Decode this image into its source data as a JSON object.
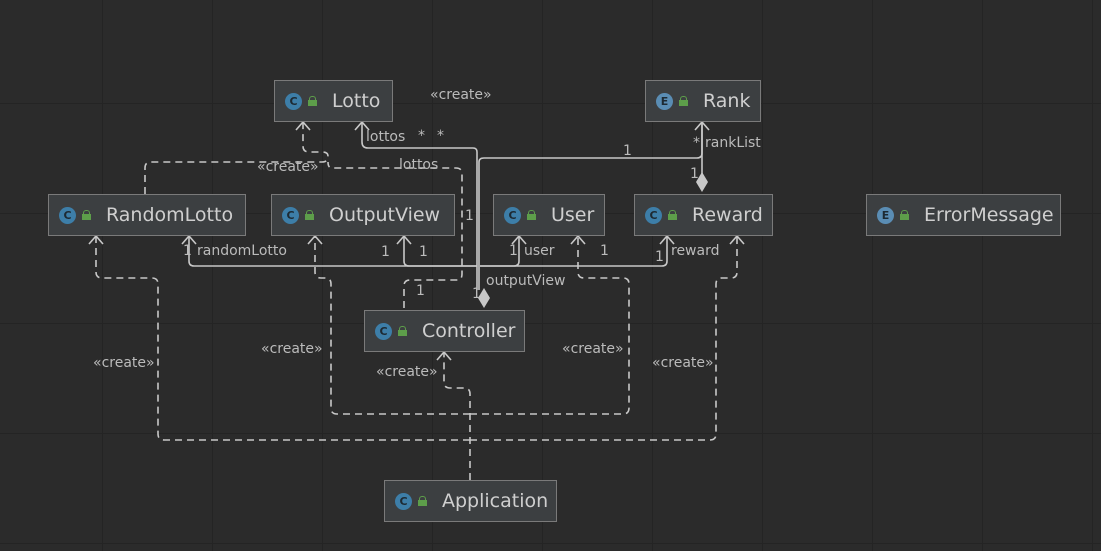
{
  "nodes": {
    "lotto": {
      "name": "Lotto",
      "kind": "C"
    },
    "rank": {
      "name": "Rank",
      "kind": "E"
    },
    "random_lotto": {
      "name": "RandomLotto",
      "kind": "C"
    },
    "output_view": {
      "name": "OutputView",
      "kind": "C"
    },
    "user": {
      "name": "User",
      "kind": "C"
    },
    "reward": {
      "name": "Reward",
      "kind": "C"
    },
    "error_message": {
      "name": "ErrorMessage",
      "kind": "E"
    },
    "controller": {
      "name": "Controller",
      "kind": "C"
    },
    "application": {
      "name": "Application",
      "kind": "C"
    }
  },
  "labels": {
    "create_top": "«create»",
    "lottos_1": "lottos",
    "star_1": "*",
    "star_2": "*",
    "one_reward_rank": "1",
    "star_rank": "*",
    "rank_list": "rankList",
    "one_rank_end": "1",
    "create_mid": "«create»",
    "lottos_2": "lottos",
    "one_lotto_col": "1",
    "one_random": "1",
    "random_lotto_role": "randomLotto",
    "one_ov_a": "1",
    "one_ov_b": "1",
    "one_user_a": "1",
    "user_role": "user",
    "one_user_b": "1",
    "one_reward": "1",
    "reward_role": "reward",
    "output_view_role": "outputView",
    "one_ctrl_a": "1",
    "one_ctrl_b": "1",
    "create_left": "«create»",
    "create_ov": "«create»",
    "create_ctrl": "«create»",
    "create_user": "«create»",
    "create_reward": "«create»"
  },
  "colors": {
    "background": "#2b2b2b",
    "node_fill": "#3c3f41",
    "node_border": "#7a7a7a",
    "edge": "#c8c8c8",
    "class_icon": "#3d7ea8",
    "lock_icon": "#5d9e4a"
  }
}
